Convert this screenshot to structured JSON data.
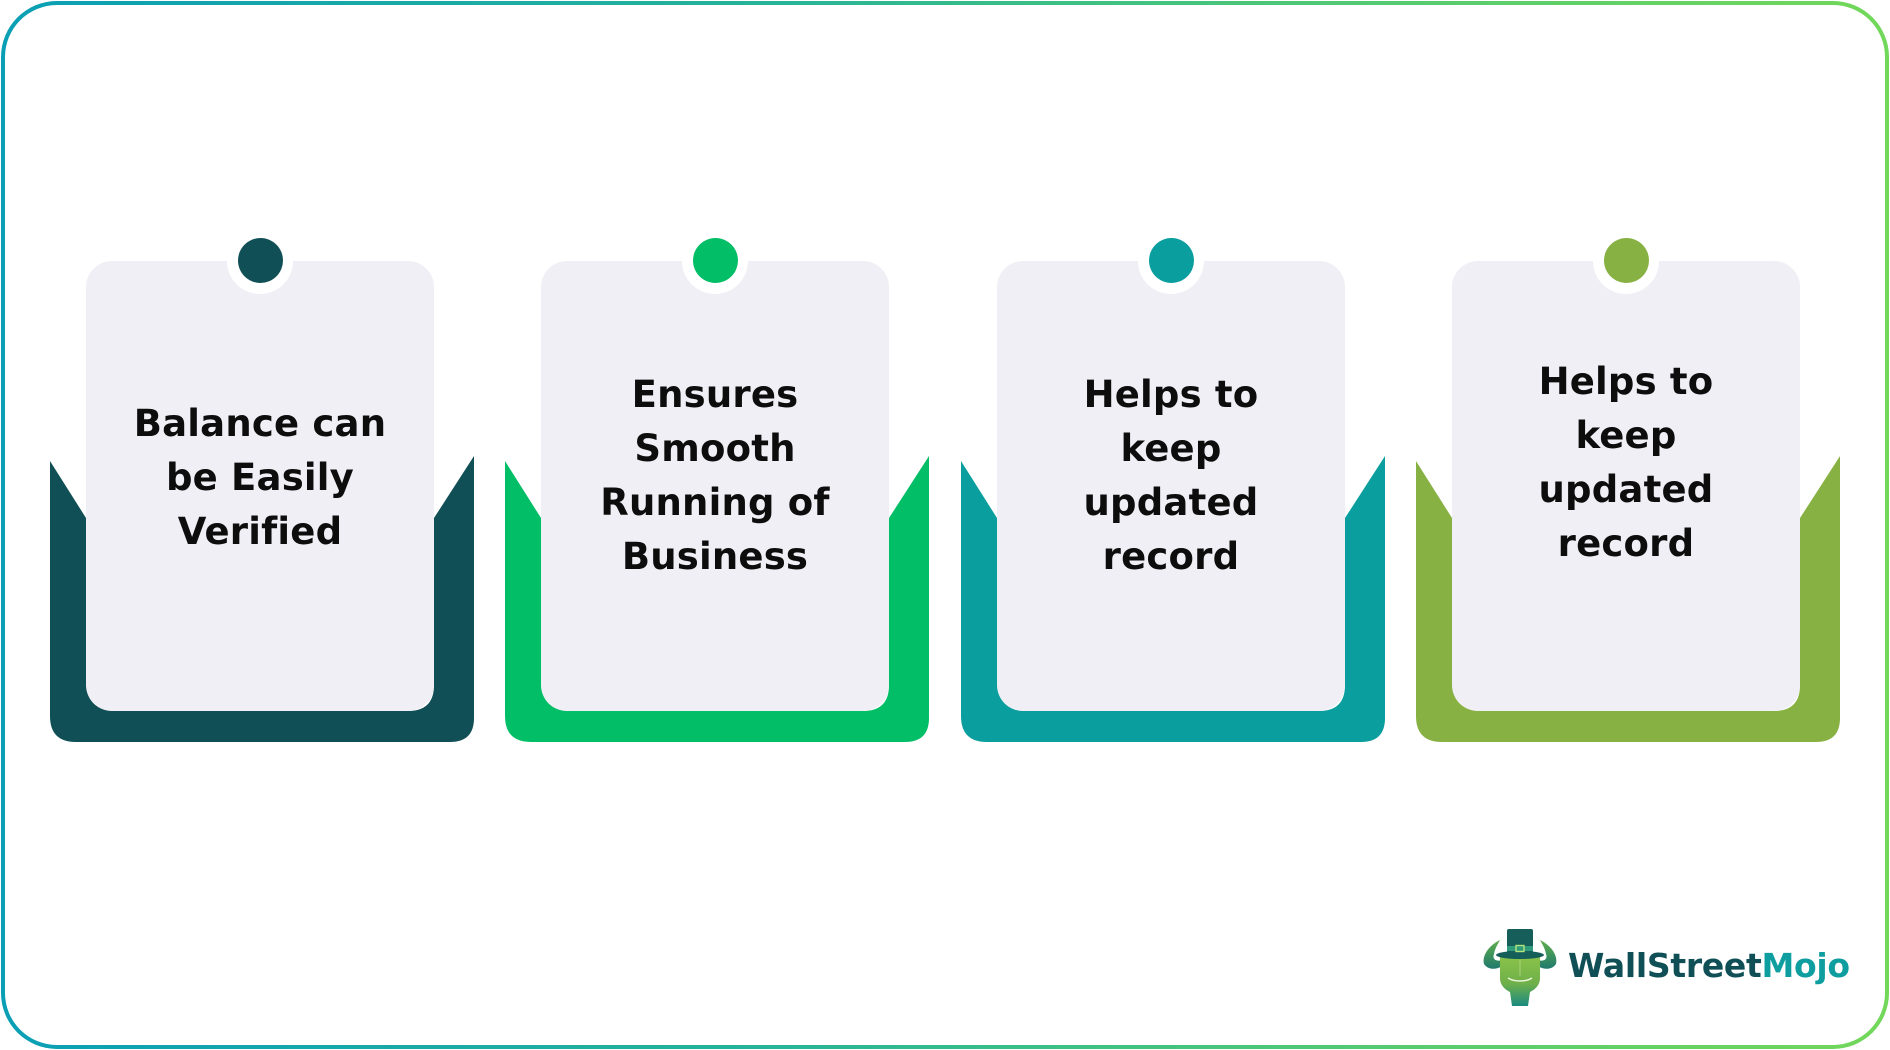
{
  "diagram": {
    "type": "card-row",
    "frame": {
      "border_gradient": [
        "#0a9fb5",
        "#3bbf86",
        "#72d85a"
      ]
    },
    "cards": [
      {
        "index": 1,
        "color": "#0f4f55",
        "lines": [
          "Balance can",
          "be Easily",
          "Verified"
        ],
        "text": "Balance can be Easily Verified"
      },
      {
        "index": 2,
        "color": "#02be66",
        "lines": [
          "Ensures",
          "Smooth",
          "Running of",
          "Business"
        ],
        "text": "Ensures Smooth Running of Business"
      },
      {
        "index": 3,
        "color": "#0a9e9e",
        "lines": [
          "Helps to",
          "keep",
          "updated",
          "record"
        ],
        "text": "Helps to keep updated record"
      },
      {
        "index": 4,
        "color": "#88b143",
        "lines": [
          "Helps to",
          "keep",
          "updated",
          "record"
        ],
        "text": "Helps to keep updated record"
      }
    ],
    "panel_color": "#f0eff5"
  },
  "branding": {
    "logo_icon": "bull-with-top-hat-icon",
    "name_part1": "WallStreet",
    "name_part2": "Mojo",
    "name_part1_color": "#0f4f55",
    "name_part2_color": "#0f9ea0"
  }
}
